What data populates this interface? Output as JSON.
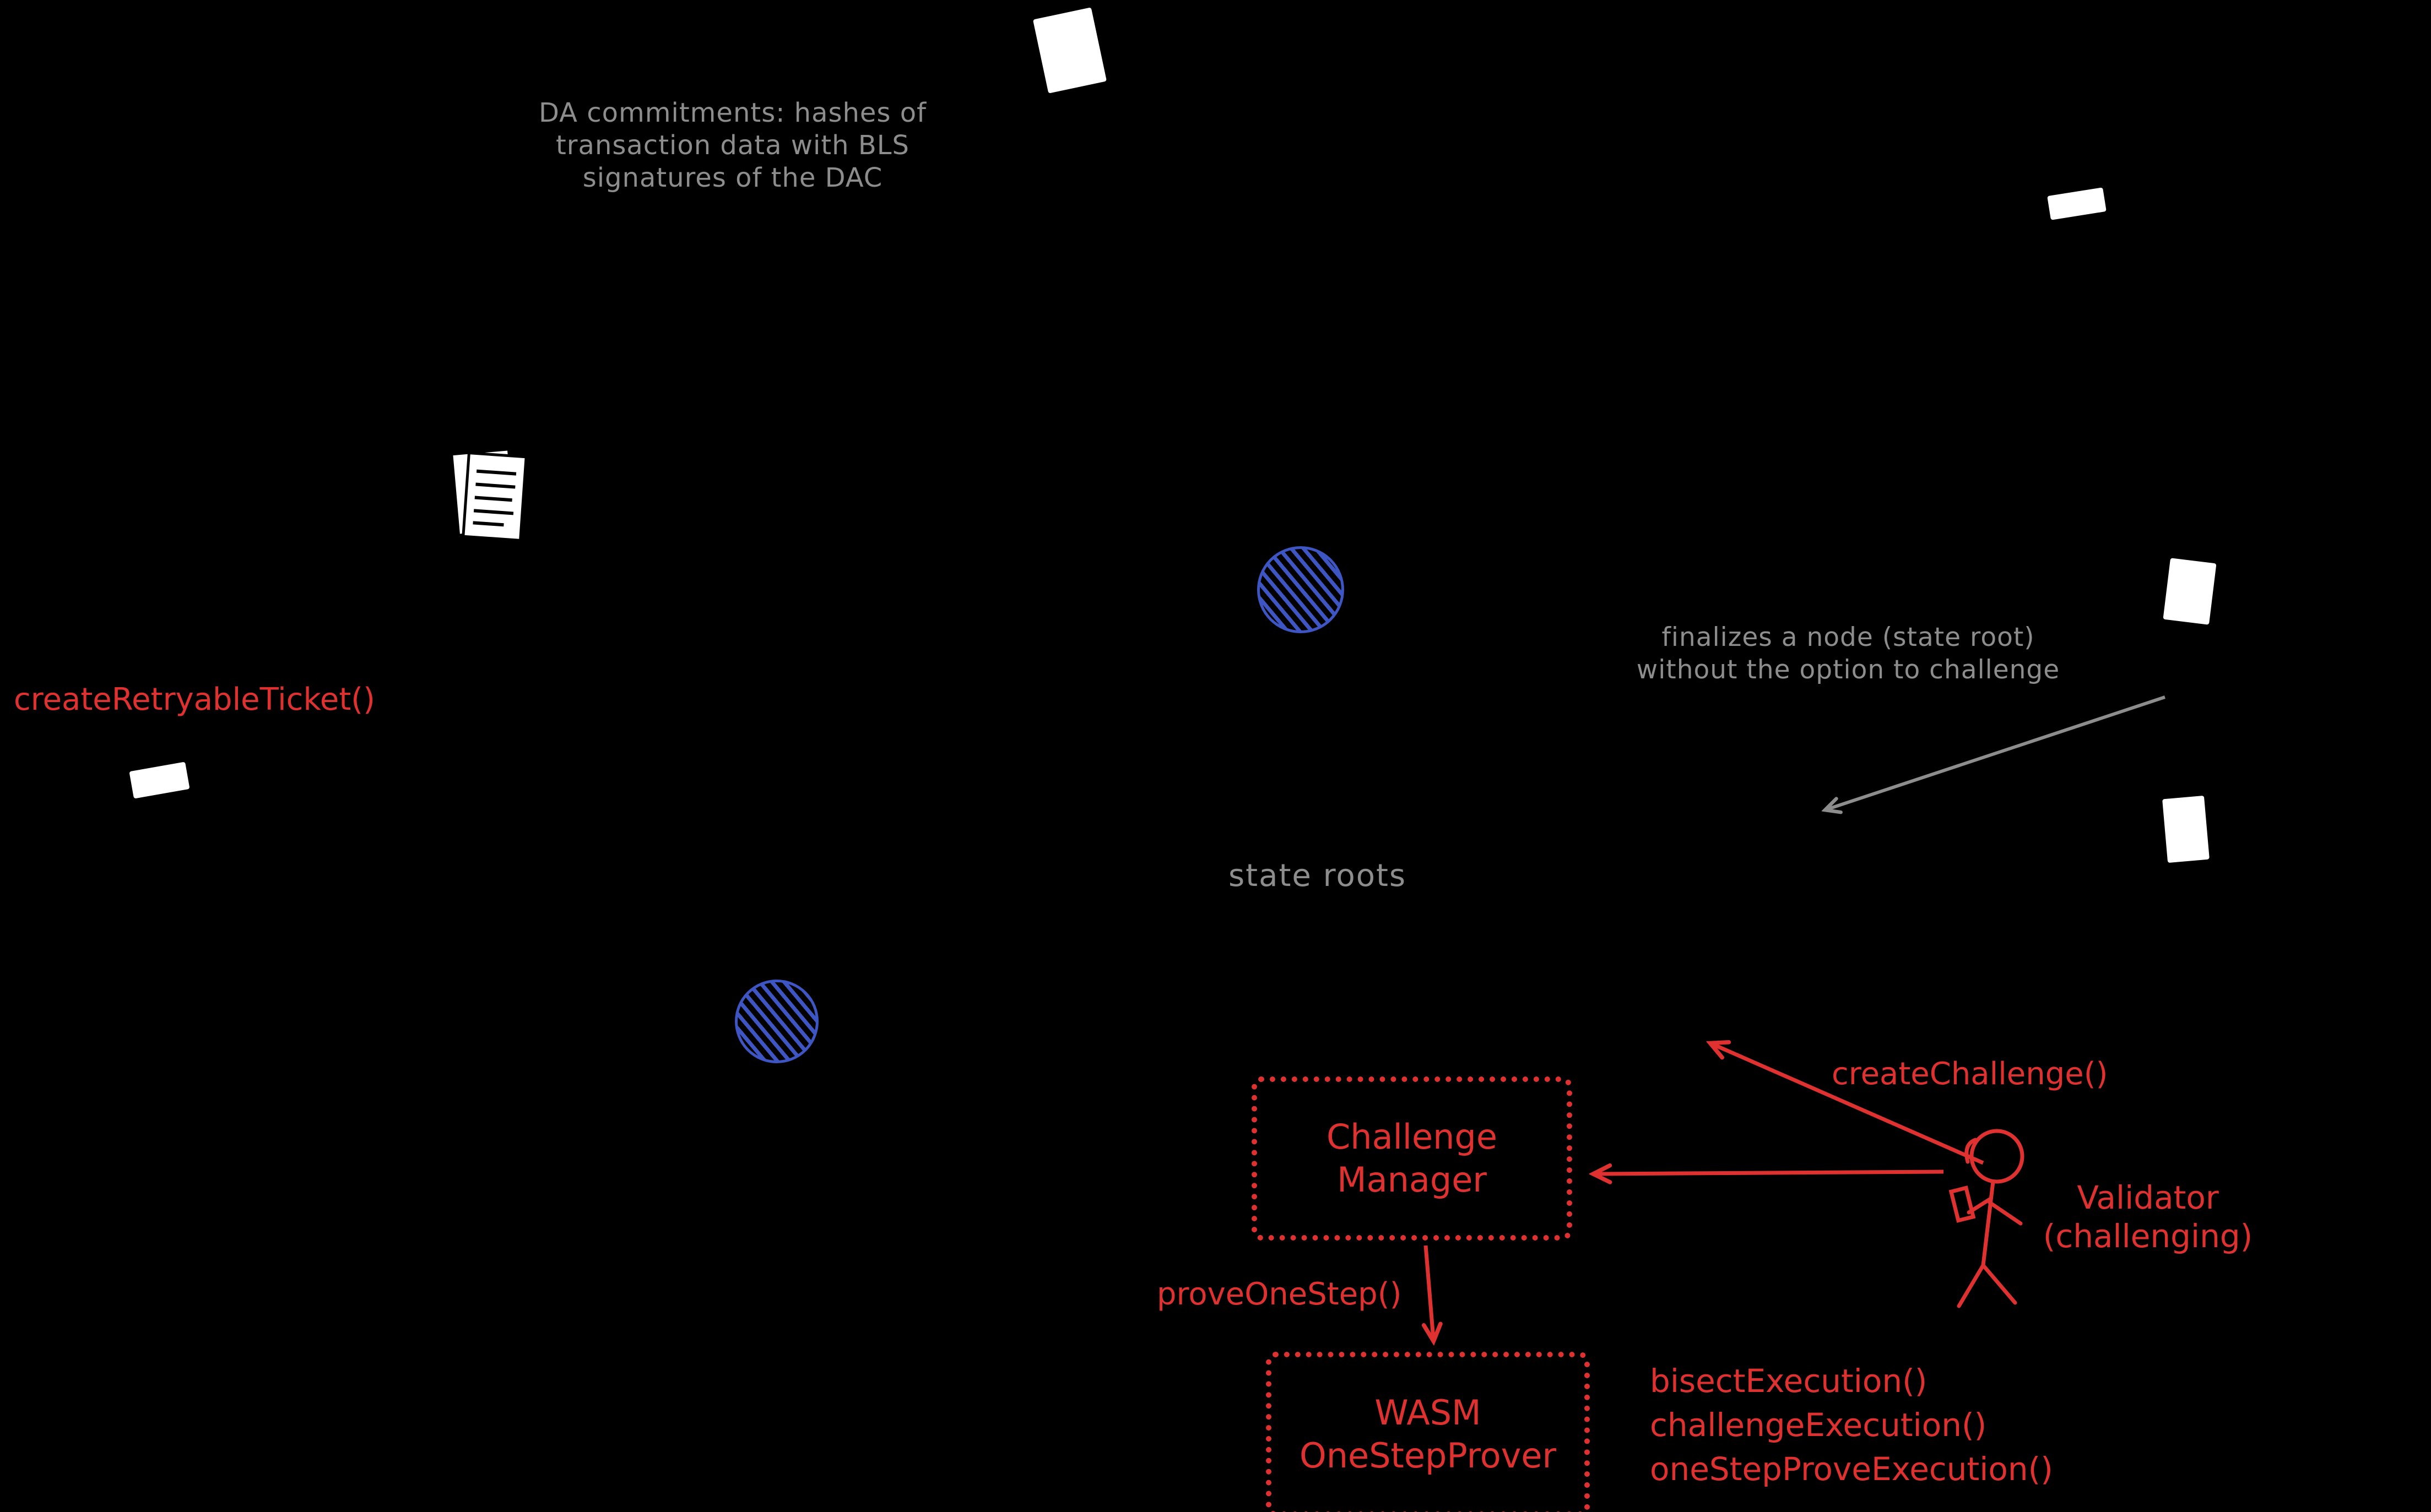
{
  "palette": {
    "background": "#000000",
    "red": "#e03131",
    "gray": "#8d8d8d",
    "blue": "#3e56c4",
    "white": "#ffffff"
  },
  "annotations": {
    "da_commitments": {
      "lines": [
        "DA commitments: hashes of",
        "transaction data with BLS",
        "signatures of the DAC"
      ]
    },
    "finalizes": {
      "lines": [
        "finalizes a node (state root)",
        "without the option to challenge"
      ]
    },
    "state_roots": "state roots"
  },
  "calls": {
    "create_retryable_ticket": "createRetryableTicket()",
    "create_challenge": "createChallenge()",
    "prove_one_step": "proveOneStep()"
  },
  "methods": {
    "lines": [
      "bisectExecution()",
      "challengeExecution()",
      "oneStepProveExecution()"
    ]
  },
  "actors": {
    "validator": {
      "lines": [
        "Validator",
        "(challenging)"
      ]
    }
  },
  "boxes": {
    "challenge_manager": {
      "lines": [
        "Challenge",
        "Manager"
      ]
    },
    "wasm_prover": {
      "lines": [
        "WASM",
        "OneStepProver"
      ]
    }
  },
  "icons": {
    "document_single": "document-icon",
    "document_stack": "document-stack-icon",
    "blue_token_top": "hatched-circle-icon",
    "blue_token_bottom": "hatched-circle-icon",
    "validator_figure": "stick-figure-icon"
  }
}
